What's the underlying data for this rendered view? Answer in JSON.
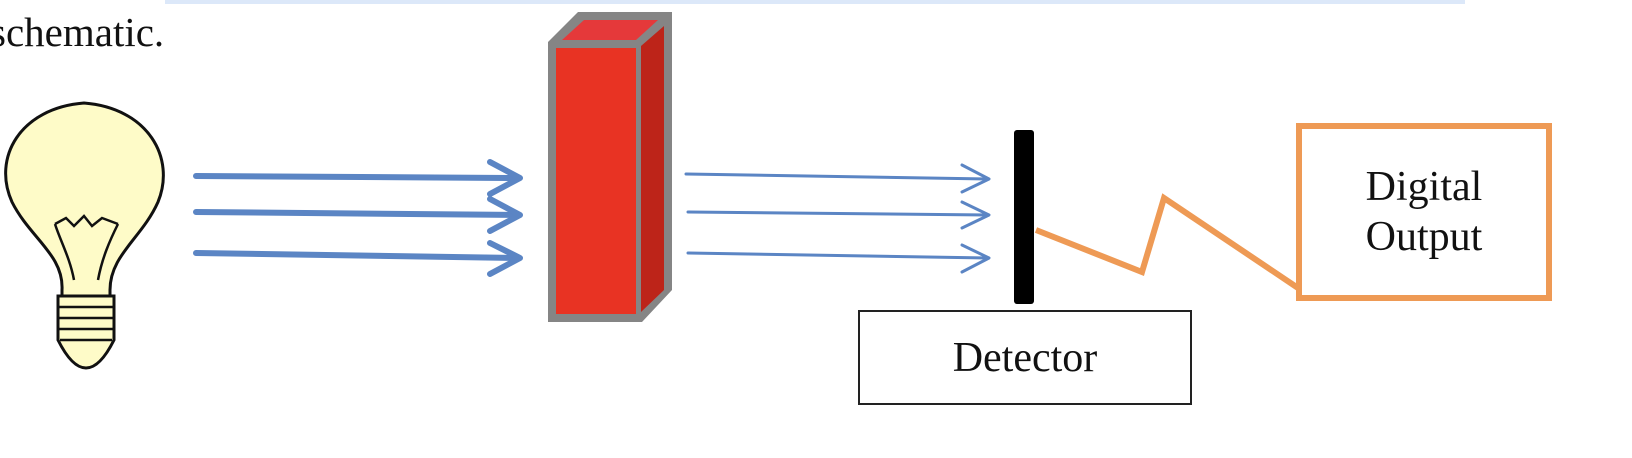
{
  "page": {
    "caption_fragment": "schematic."
  },
  "diagram": {
    "detector_label": "Detector",
    "output_label": "Digital Output",
    "icons": {
      "light_source": "light-bulb-icon",
      "sample": "cuvette-icon",
      "sensor": "detector-plate-icon"
    },
    "colors": {
      "beam": "#5b85c4",
      "cuvette_front": "#e83323",
      "cuvette_side": "#bd2419",
      "cuvette_top": "#e5393a",
      "cuvette_frame": "#858585",
      "bulb_fill": "#fefbc8",
      "signal_wire": "#ee9a55",
      "detector_plate": "#000000"
    }
  }
}
